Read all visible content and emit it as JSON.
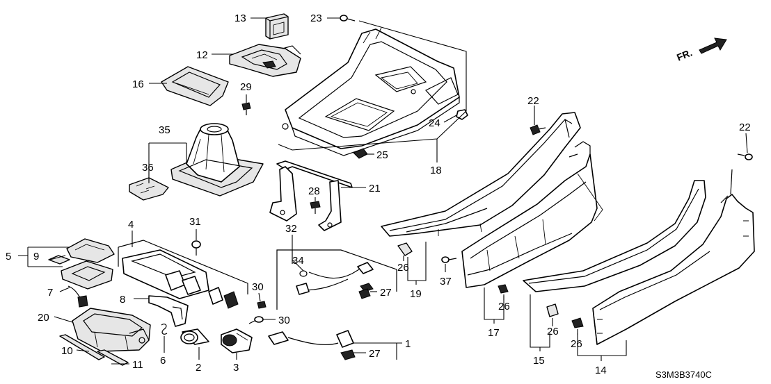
{
  "diagram_code": "S3M3B3740C",
  "direction_label": "FR.",
  "callouts": {
    "c1": "1",
    "c2": "2",
    "c3": "3",
    "c4": "4",
    "c5": "5",
    "c6": "6",
    "c7": "7",
    "c8": "8",
    "c9": "9",
    "c10": "10",
    "c11": "11",
    "c12": "12",
    "c13": "13",
    "c14": "14",
    "c15": "15",
    "c16": "16",
    "c17": "17",
    "c18": "18",
    "c19": "19",
    "c20": "20",
    "c21": "21",
    "c22a": "22",
    "c22b": "22",
    "c23": "23",
    "c24": "24",
    "c25": "25",
    "c26a": "26",
    "c26b": "26",
    "c26c": "26",
    "c26d": "26",
    "c27a": "27",
    "c27b": "27",
    "c28": "28",
    "c29": "29",
    "c30a": "30",
    "c30b": "30",
    "c31": "31",
    "c32": "32",
    "c34": "34",
    "c35": "35",
    "c36": "36",
    "c37": "37"
  }
}
